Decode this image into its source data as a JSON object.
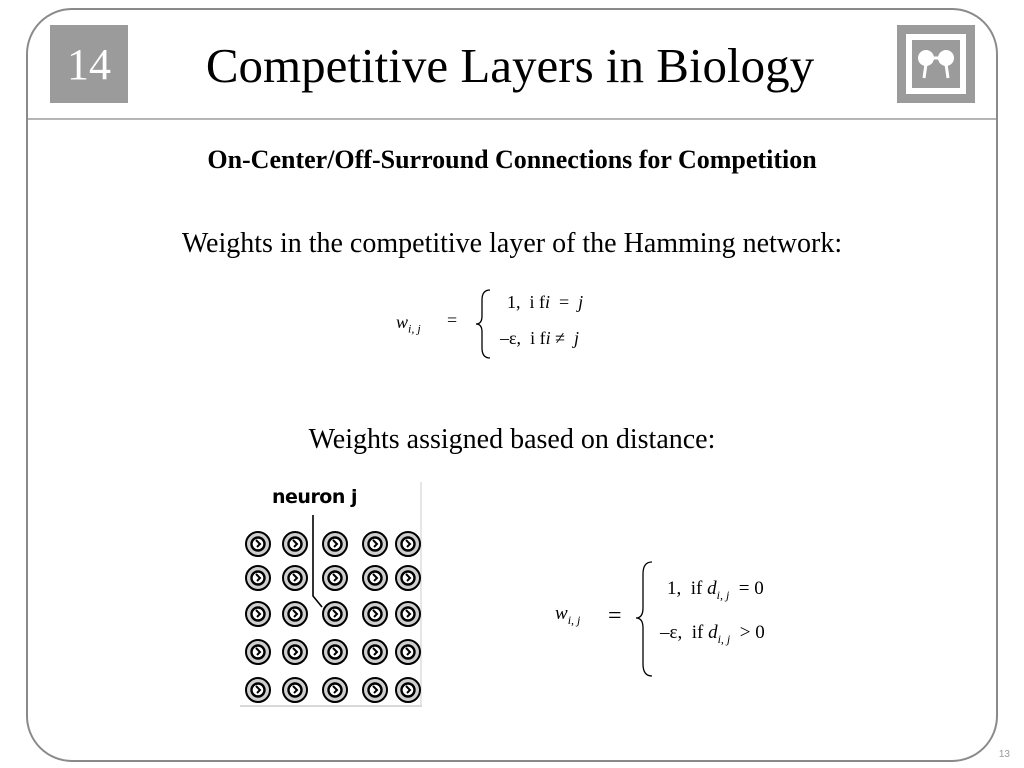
{
  "slide": {
    "chapter": "14",
    "title": "Competitive Layers in Biology",
    "subtitle": "On-Center/Off-Surround Connections for Competition",
    "line1": "Weights in the competitive layer of the Hamming network:",
    "line2": "Weights assigned based on distance:",
    "page_number": "13",
    "logo_icon": "neural-network-logo-icon",
    "frame_color": "#8a8a8a",
    "box_color": "#9b9b9b"
  },
  "equation1": {
    "lhs_symbol": "w",
    "lhs_subscript": "i, j",
    "equals": "=",
    "case1_value": "1,",
    "case1_if": "i f",
    "case1_condition_i": "i",
    "case1_op": "=",
    "case1_condition_j": "j",
    "case2_value": "–ε,",
    "case2_if": "i f",
    "case2_condition_i": "i",
    "case2_op": "≠",
    "case2_condition_j": "j"
  },
  "figure": {
    "label": "neuron j"
  },
  "equation2": {
    "lhs_symbol": "w",
    "lhs_subscript": "i, j",
    "equals": "=",
    "case1_value": "1,",
    "case1_if": "if",
    "case1_d": "d",
    "case1_d_subscript": "i, j",
    "case1_op": "=",
    "case1_rhs": "0",
    "case2_value": "–ε,",
    "case2_if": "if",
    "case2_d": "d",
    "case2_d_subscript": "i, j",
    "case2_op": ">",
    "case2_rhs": "0"
  }
}
